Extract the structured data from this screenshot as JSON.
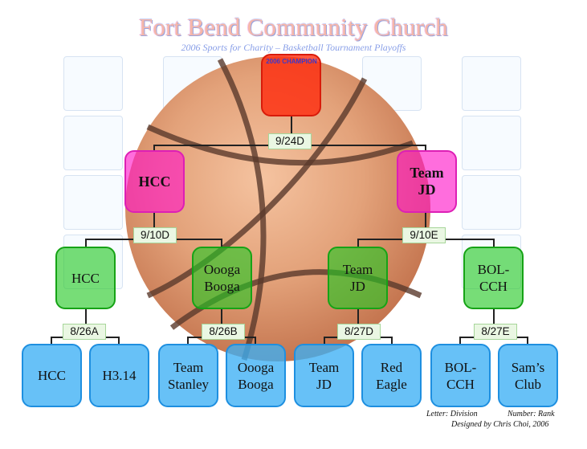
{
  "header": {
    "title": "Fort Bend Community Church",
    "subtitle": "2006 Sports for Charity – Basketball Tournament Playoffs"
  },
  "champion": {
    "label": "2006 CHAMPION",
    "name": ""
  },
  "finals": {
    "date": "9/24D",
    "left": "HCC",
    "right": "Team\nJD"
  },
  "semis": {
    "left_date": "9/10D",
    "right_date": "9/10E",
    "teams": [
      "HCC",
      "Oooga\nBooga",
      "Team\nJD",
      "BOL-\nCCH"
    ]
  },
  "first_round": {
    "dates": [
      "8/26A",
      "8/26B",
      "8/27D",
      "8/27E"
    ],
    "teams": [
      "HCC",
      "H3.14",
      "Team\nStanley",
      "Oooga\nBooga",
      "Team\nJD",
      "Red\nEagle",
      "BOL-\nCCH",
      "Sam’s\nClub"
    ]
  },
  "footer": {
    "legend_letter": "Letter: Division",
    "legend_number": "Number: Rank",
    "credit": "Designed by Chris Choi, 2006"
  },
  "colors": {
    "champion": "#ff3b16",
    "finals": "#ff33cc",
    "semis": "#33cc33",
    "first_round": "#4db8f5",
    "date_tag": "#eaf7e3"
  }
}
